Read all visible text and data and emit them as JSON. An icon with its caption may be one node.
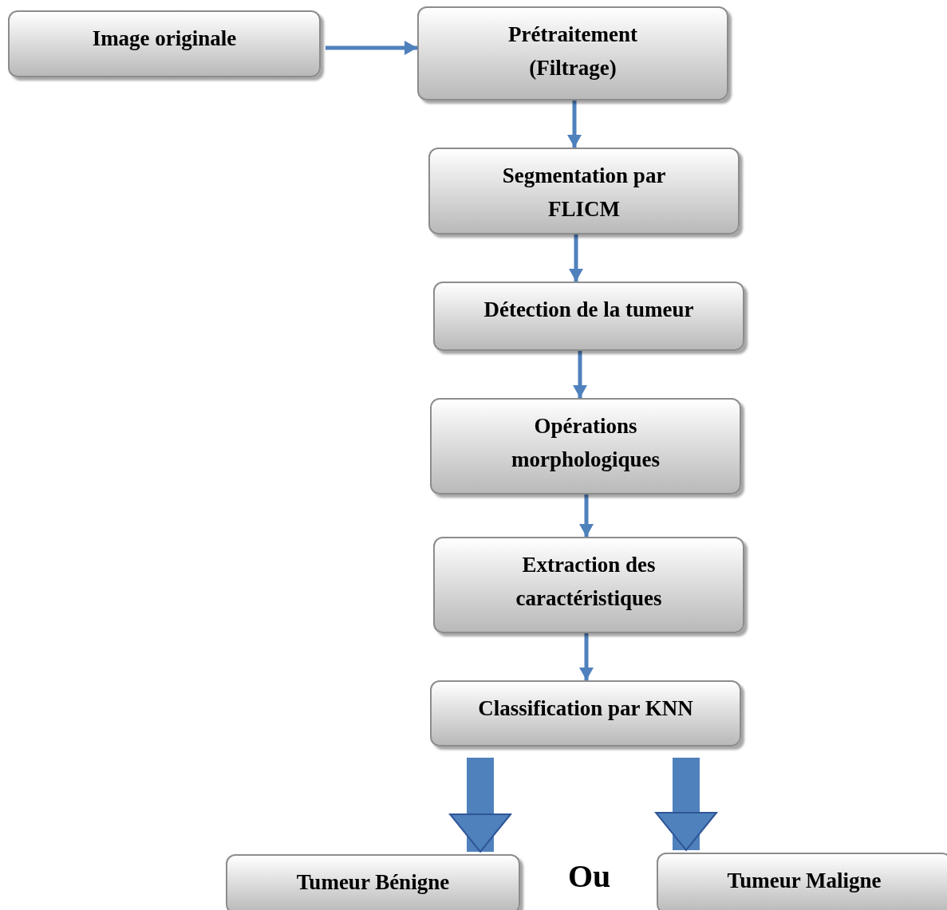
{
  "diagram": {
    "nodes": [
      {
        "text": [
          "Image originale"
        ]
      },
      {
        "text": [
          "Prétraitement (Filtrage)"
        ]
      },
      {
        "text": [
          "Segmentation par FLICM"
        ]
      },
      {
        "text": [
          "Détection de la tumeur"
        ]
      },
      {
        "text": [
          "Opérations morphologiques"
        ]
      },
      {
        "text": [
          "Extraction des caractéristiques"
        ]
      },
      {
        "text": [
          "Classification par KNN"
        ]
      },
      {
        "text": [
          "Tumeur Bénigne"
        ]
      },
      {
        "text": [
          "Tumeur Maligne"
        ]
      }
    ],
    "edges": [
      {
        "from": 0,
        "to": 1,
        "arrow": "to"
      },
      {
        "from": 1,
        "to": 2,
        "arrow": "to"
      },
      {
        "from": 2,
        "to": 3,
        "arrow": "to"
      },
      {
        "from": 3,
        "to": 4,
        "arrow": "to"
      },
      {
        "from": 4,
        "to": 5,
        "arrow": "to"
      },
      {
        "from": 5,
        "to": 6,
        "arrow": "to"
      },
      {
        "from": 6,
        "to": 7,
        "arrow": "to",
        "style": "thick"
      },
      {
        "from": 6,
        "to": 8,
        "arrow": "to",
        "style": "thick"
      }
    ],
    "labels": [
      "Ou"
    ]
  }
}
